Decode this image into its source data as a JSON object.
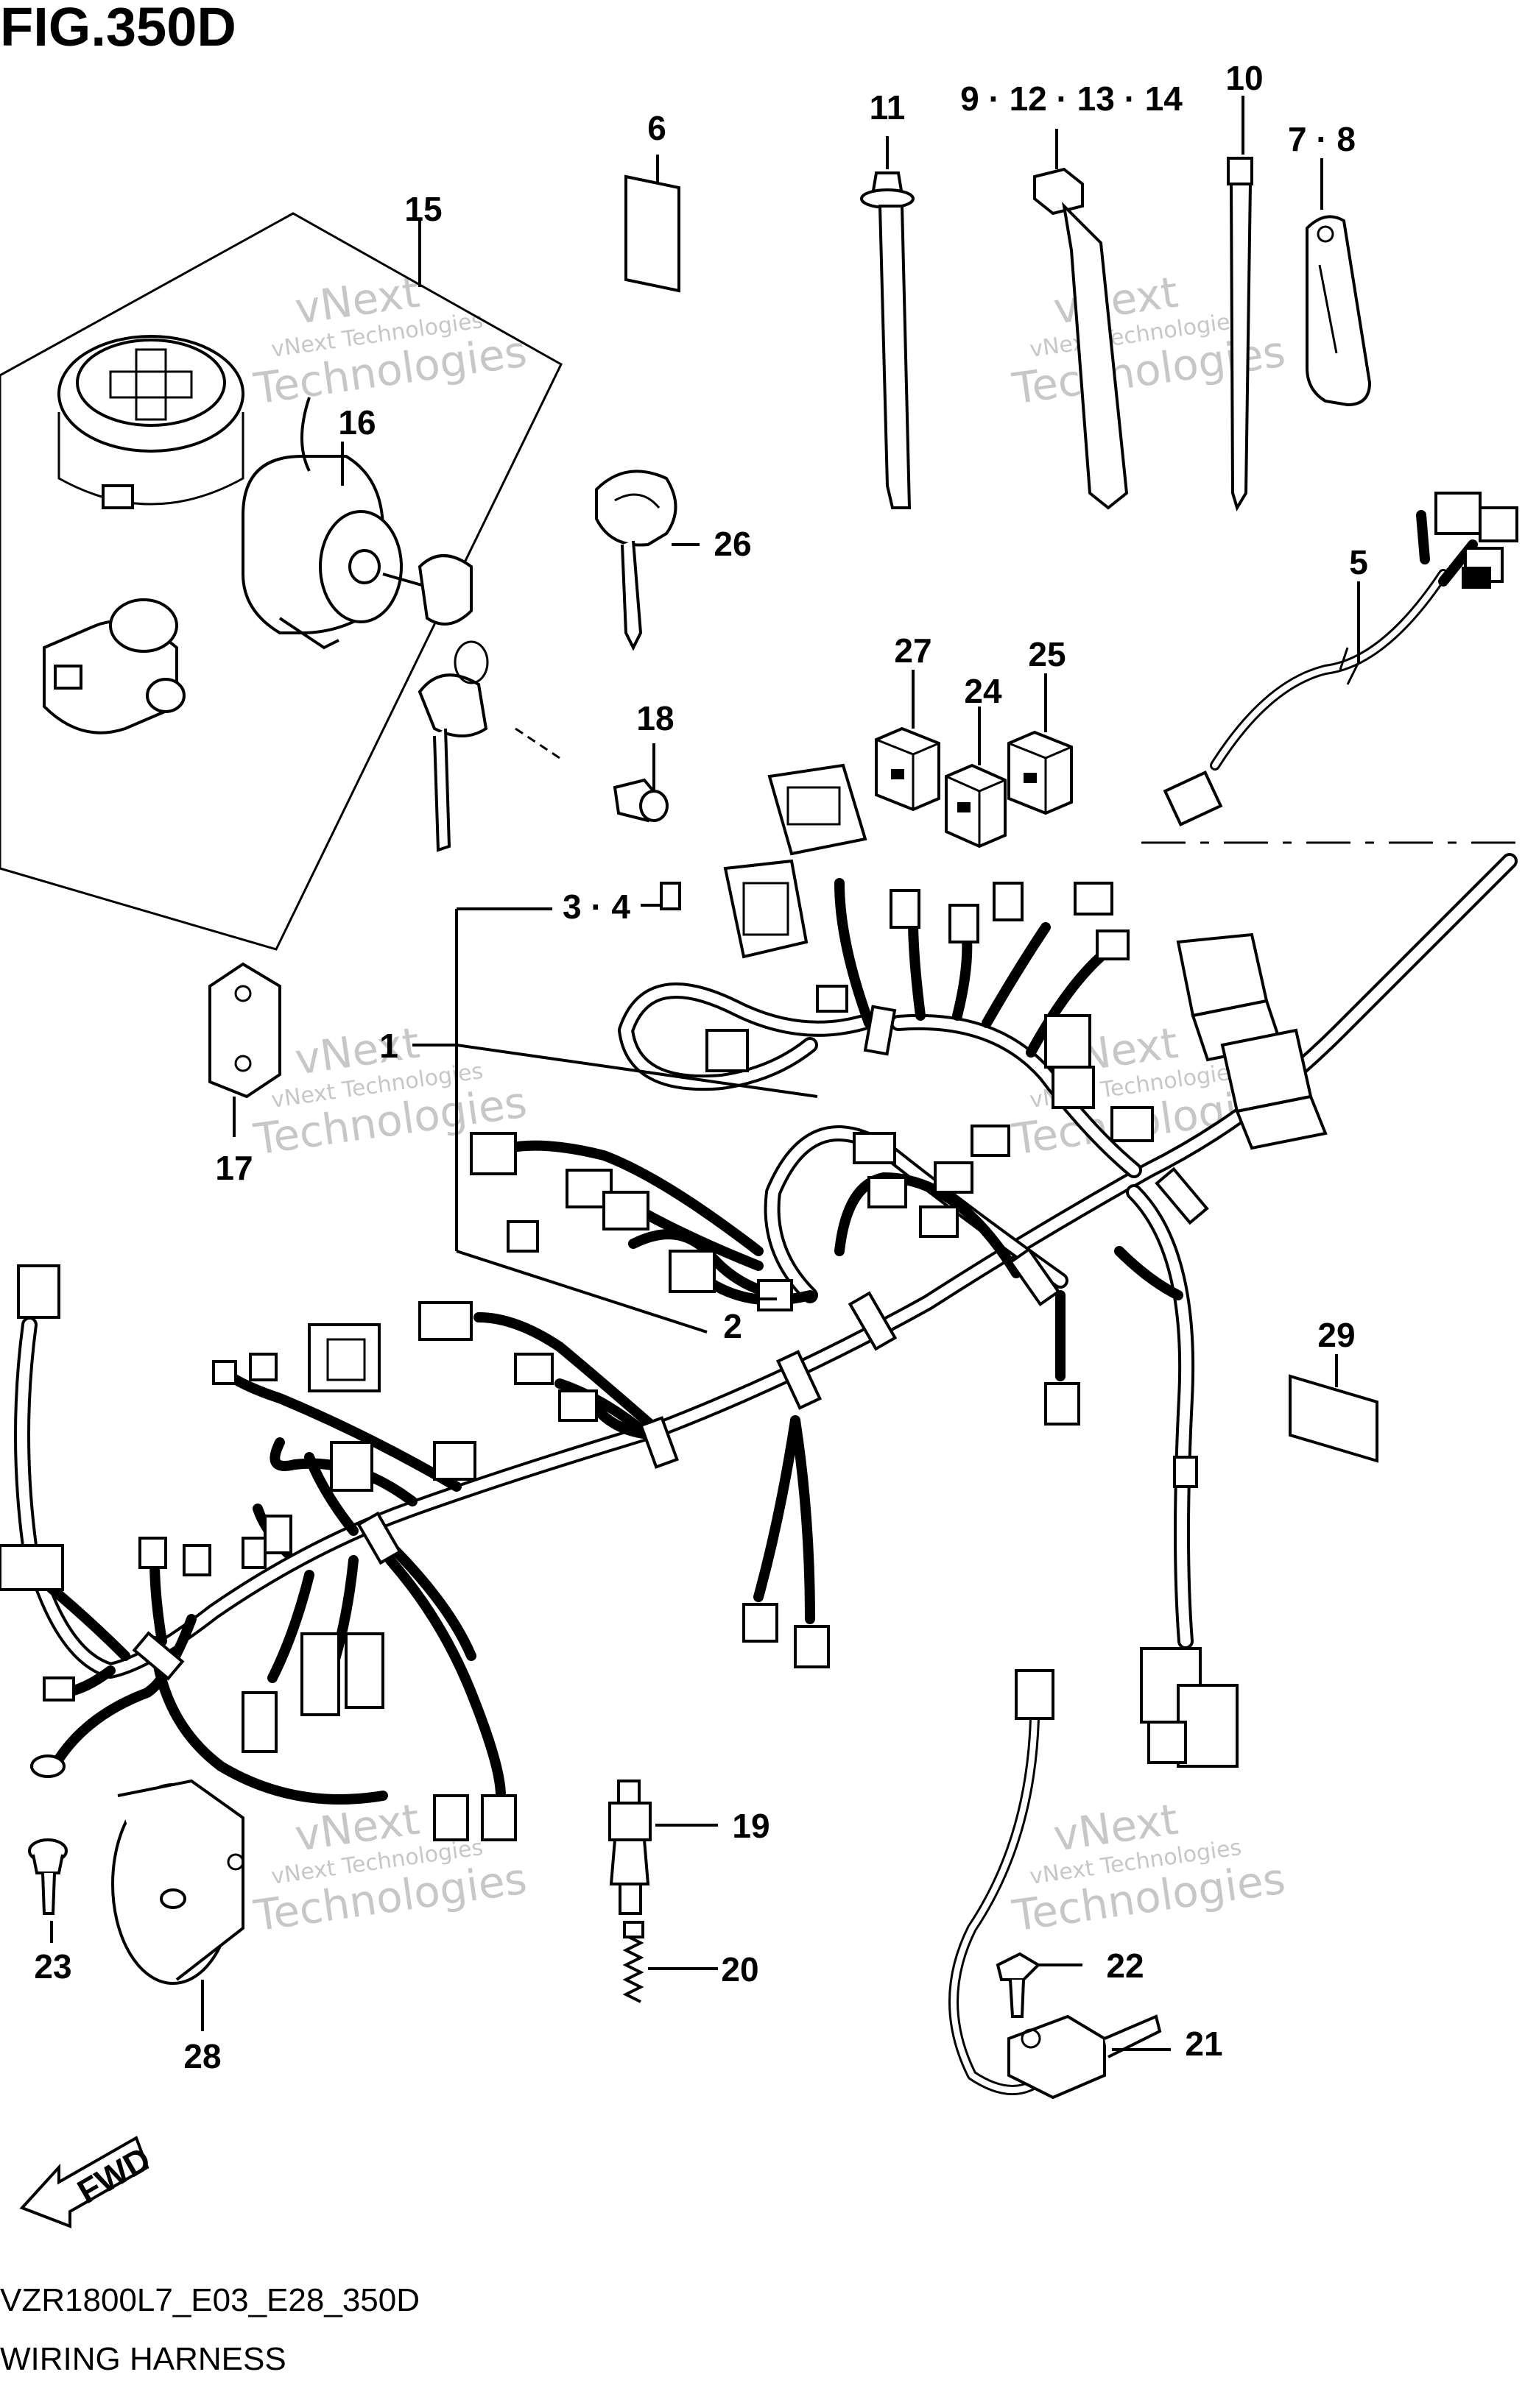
{
  "figure": {
    "title": "FIG.350D",
    "model_code": "VZR1800L7_E03_E28_350D",
    "name": "WIRING HARNESS"
  },
  "watermark": {
    "line1": "vNext Technologies",
    "line2a": "vNext",
    "line2b": "Technologies"
  },
  "callouts": [
    {
      "id": "c1",
      "label": "1"
    },
    {
      "id": "c2",
      "label": "2"
    },
    {
      "id": "c34",
      "label": "3 · 4"
    },
    {
      "id": "c5",
      "label": "5"
    },
    {
      "id": "c6",
      "label": "6"
    },
    {
      "id": "c78",
      "label": "7 · 8"
    },
    {
      "id": "c9",
      "label": "9 · 12 · 13 · 14"
    },
    {
      "id": "c10",
      "label": "10"
    },
    {
      "id": "c11",
      "label": "11"
    },
    {
      "id": "c15",
      "label": "15"
    },
    {
      "id": "c16",
      "label": "16"
    },
    {
      "id": "c17",
      "label": "17"
    },
    {
      "id": "c18",
      "label": "18"
    },
    {
      "id": "c19",
      "label": "19"
    },
    {
      "id": "c20",
      "label": "20"
    },
    {
      "id": "c21",
      "label": "21"
    },
    {
      "id": "c22",
      "label": "22"
    },
    {
      "id": "c23",
      "label": "23"
    },
    {
      "id": "c24",
      "label": "24"
    },
    {
      "id": "c25",
      "label": "25"
    },
    {
      "id": "c26",
      "label": "26"
    },
    {
      "id": "c27",
      "label": "27"
    },
    {
      "id": "c28",
      "label": "28"
    },
    {
      "id": "c29",
      "label": "29"
    }
  ],
  "fwd_arrow": {
    "label": "FWD"
  }
}
